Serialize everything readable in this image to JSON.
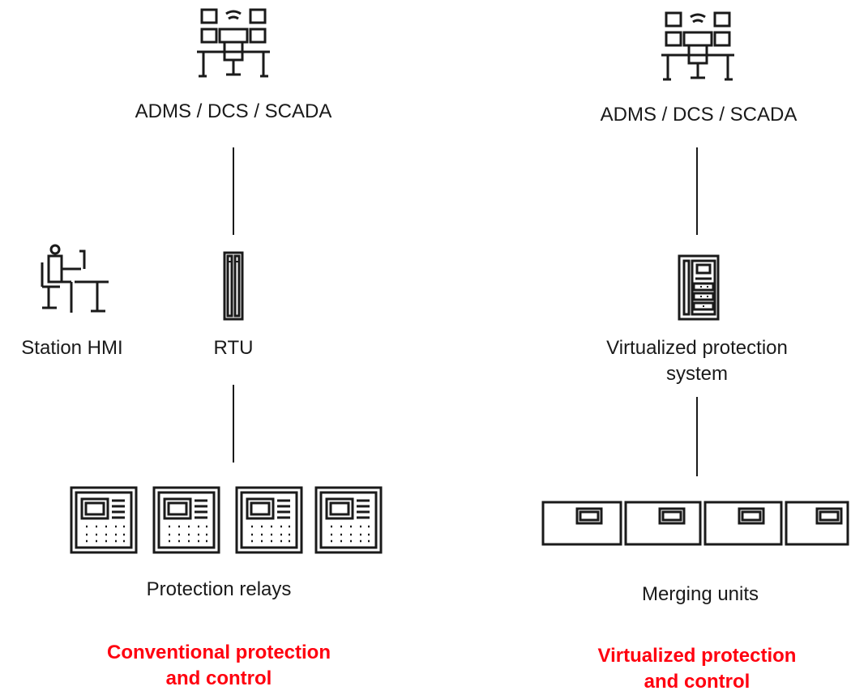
{
  "left": {
    "control_center_label": "ADMS / DCS / SCADA",
    "station_hmi_label": "Station HMI",
    "rtu_label": "RTU",
    "relays_label": "Protection relays",
    "title_line1": "Conventional protection",
    "title_line2": "and control"
  },
  "right": {
    "control_center_label": "ADMS / DCS / SCADA",
    "vps_label_line1": "Virtualized protection",
    "vps_label_line2": "system",
    "merging_units_label": "Merging units",
    "title_line1": "Virtualized protection",
    "title_line2": "and control"
  },
  "icons": {
    "control_center": "control-room-icon",
    "operator": "operator-desk-icon",
    "rtu": "rtu-rack-icon",
    "relay": "protection-relay-icon",
    "vps": "server-cabinet-icon",
    "merging_unit": "merging-unit-icon"
  },
  "colors": {
    "accent": "#ff000f",
    "stroke": "#1a1a1a"
  }
}
